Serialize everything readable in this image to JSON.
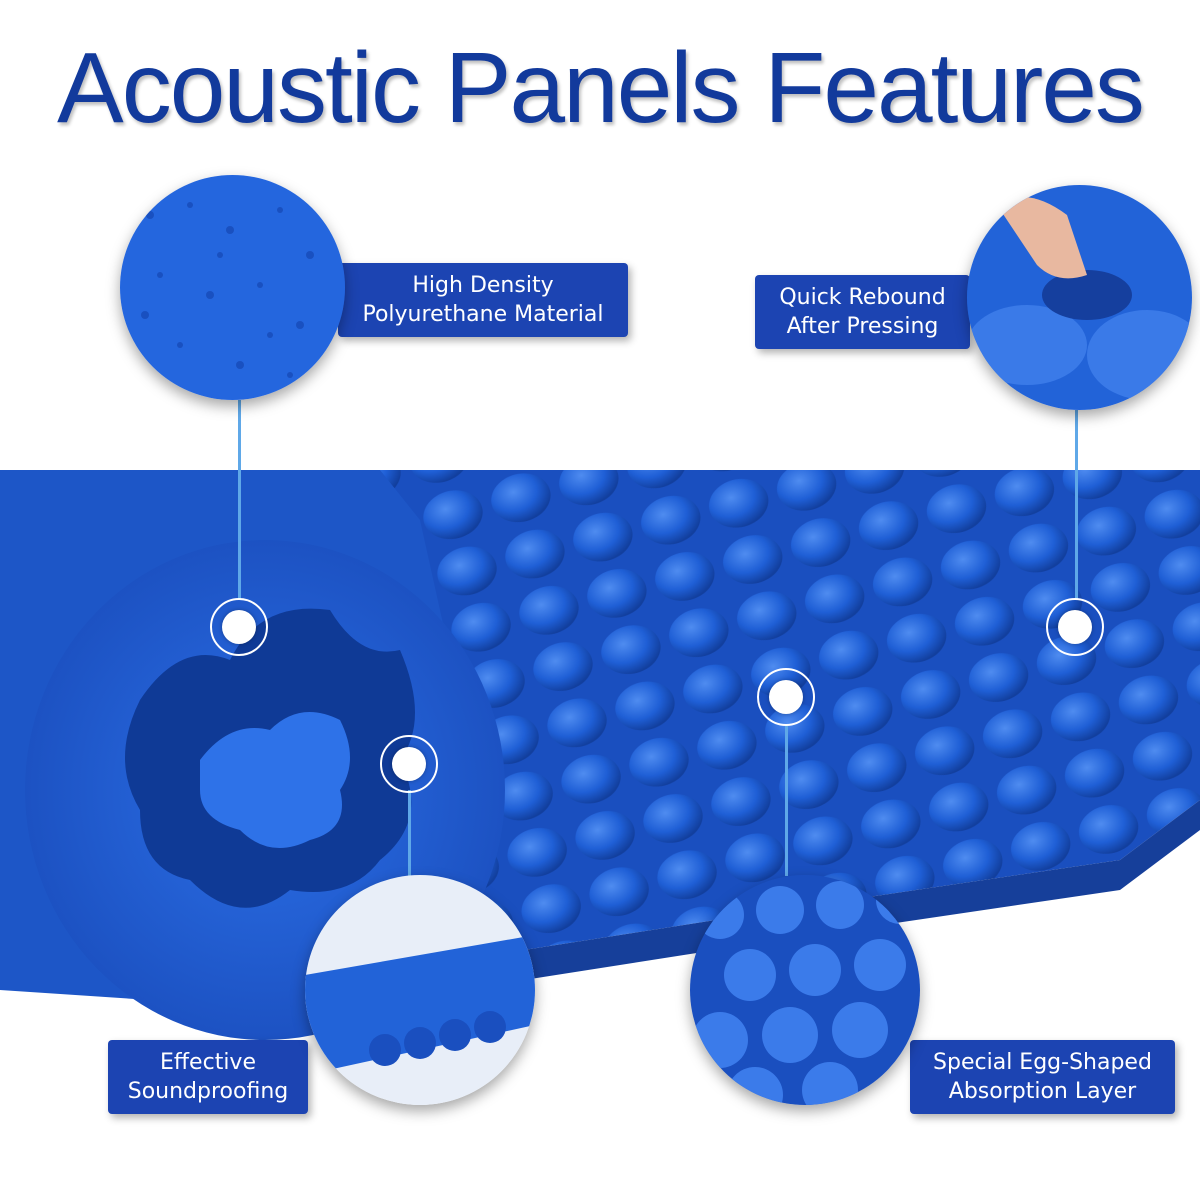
{
  "title": "Acoustic Panels Features",
  "features": [
    {
      "line1": "High Density",
      "line2": "Polyurethane Material"
    },
    {
      "line1": "Quick Rebound",
      "line2": "After Pressing"
    },
    {
      "line1": "Effective",
      "line2": "Soundproofing"
    },
    {
      "line1": "Special Egg-Shaped",
      "line2": "Absorption Layer"
    }
  ],
  "colors": {
    "foam": "#1f5fd6",
    "label_bg": "#1c44b2",
    "title": "#123a9c",
    "connector": "#5fa8e8"
  }
}
